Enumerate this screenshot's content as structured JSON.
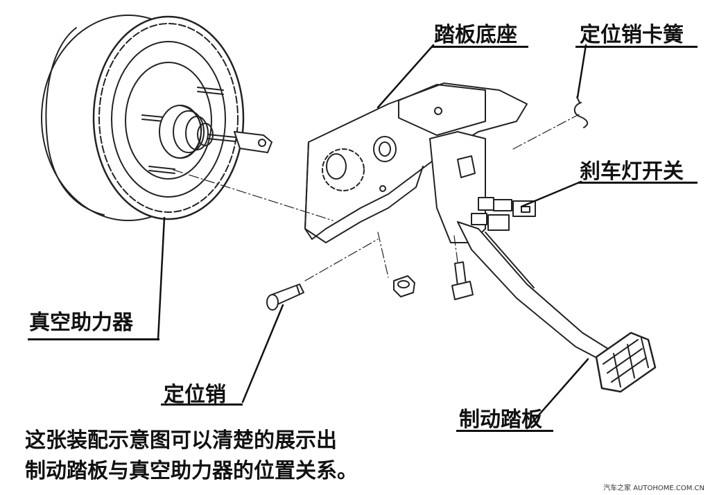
{
  "labels": {
    "booster": "真空助力器",
    "pedal_base": "踏板底座",
    "pin_clip": "定位销卡簧",
    "brake_light_switch": "刹车灯开关",
    "locating_pin": "定位销",
    "brake_pedal": "制动踏板"
  },
  "caption": {
    "line1": "这张装配示意图可以清楚的展示出",
    "line2": "制动踏板与真空助力器的位置关系。"
  },
  "watermark": "汽车之家 AUTOHOME.COM.CN"
}
